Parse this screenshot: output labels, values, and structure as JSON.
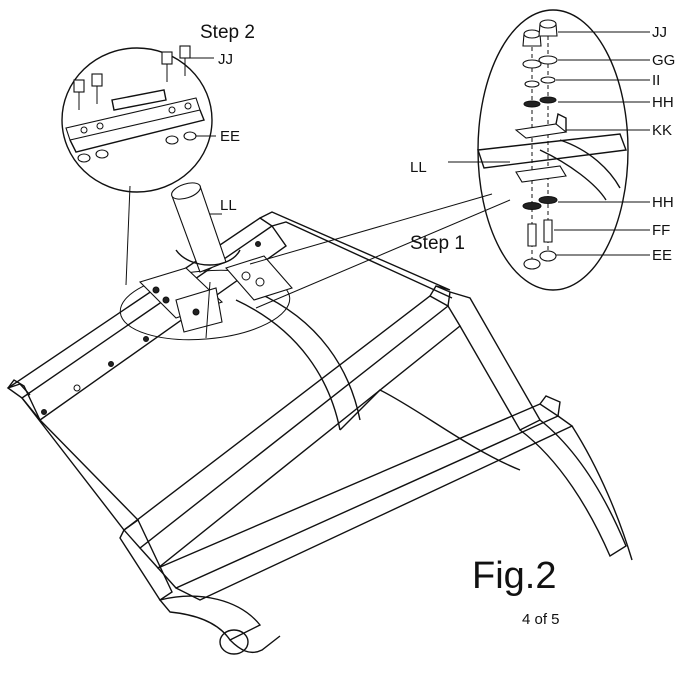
{
  "steps": {
    "step1": "Step 1",
    "step2": "Step 2"
  },
  "figure_label": "Fig.2",
  "page_number": "4 of 5",
  "part_labels": {
    "jj_step1": "JJ",
    "gg": "GG",
    "ii": "II",
    "hh_top": "HH",
    "kk": "KK",
    "ll_step1": "LL",
    "hh_bottom": "HH",
    "ff": "FF",
    "ee_step1": "EE",
    "jj_step2": "JJ",
    "ee_step2": "EE",
    "ll_main": "LL"
  }
}
